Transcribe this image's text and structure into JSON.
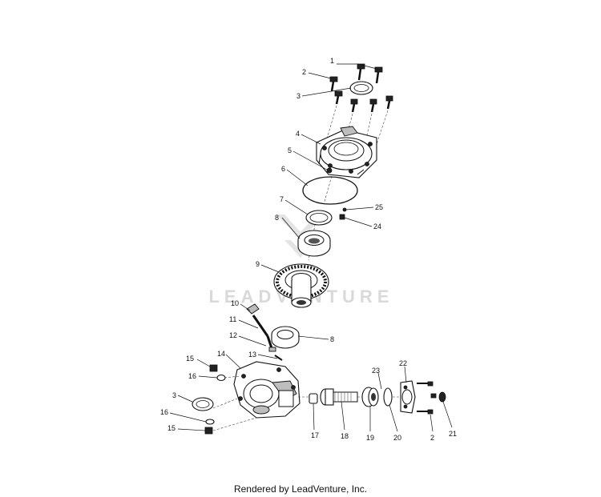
{
  "watermark": "LEADVENTURE",
  "footer": "Rendered by LeadVenture, Inc.",
  "callouts": {
    "c1": "1",
    "c2a": "2",
    "c3a": "3",
    "c4": "4",
    "c5": "5",
    "c6": "6",
    "c7": "7",
    "c8a": "8",
    "c25": "25",
    "c24": "24",
    "c9": "9",
    "c10": "10",
    "c11": "11",
    "c8b": "8",
    "c12": "12",
    "c13": "13",
    "c15a": "15",
    "c14": "14",
    "c16a": "16",
    "c3b": "3",
    "c16b": "16",
    "c15b": "15",
    "c22": "22",
    "c23": "23",
    "c17": "17",
    "c18": "18",
    "c19": "19",
    "c20": "20",
    "c2b": "2",
    "c21": "21"
  }
}
